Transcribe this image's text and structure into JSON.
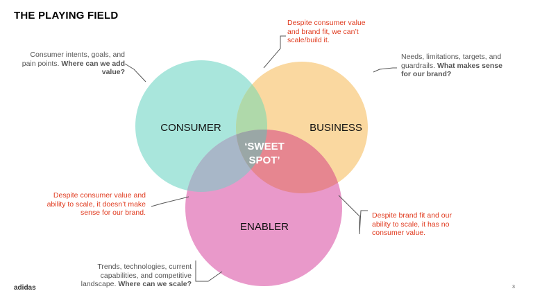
{
  "title": "THE PLAYING FIELD",
  "circles": {
    "consumer": {
      "label": "CONSUMER",
      "color": "#a9e6dc"
    },
    "business": {
      "label": "BUSINESS",
      "color": "#fad8a0"
    },
    "enabler": {
      "label": "ENABLER",
      "color": "#e999ca"
    }
  },
  "center": {
    "line1": "‘SWEET",
    "line2": "SPOT’"
  },
  "notes": {
    "consumer": {
      "text": "Consumer intents, goals, and pain points.",
      "bold": "Where can we add value?"
    },
    "business": {
      "text": "Needs, limitations, targets, and guardrails.",
      "bold": "What makes sense for our brand?"
    },
    "enabler": {
      "text": "Trends, technologies, current capabilities, and competitive landscape.",
      "bold": "Where can we scale?"
    },
    "top": "Despite consumer value and brand fit, we can’t scale/build it.",
    "left": "Despite consumer value and ability to scale, it doesn’t make sense for our brand.",
    "right": "Despite brand fit and our ability to scale, it has no consumer value."
  },
  "accent_red": "#e03a1e",
  "footer": {
    "logo": "adidas",
    "page": "3"
  }
}
